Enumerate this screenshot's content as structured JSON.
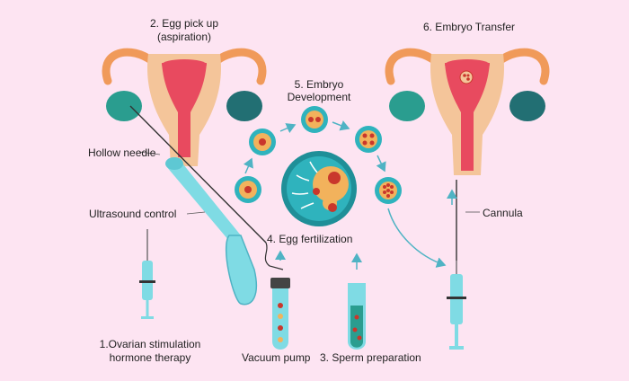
{
  "labels": {
    "egg_pickup_line1": "2. Egg pick up",
    "egg_pickup_line2": "(aspiration)",
    "embryo_transfer": "6. Embryo Transfer",
    "embryo_dev_line1": "5. Embryo",
    "embryo_dev_line2": "Development",
    "hollow_needle": "Hollow needle",
    "ultrasound_control": "Ultrasound control",
    "cannula": "Cannula",
    "egg_fertilization": "4. Egg fertilization",
    "ovarian_line1": "1.Ovarian stimulation",
    "ovarian_line2": "hormone therapy",
    "vacuum_pump": "Vacuum pump",
    "sperm_prep": "3. Sperm preparation"
  },
  "colors": {
    "background": "#fde4f2",
    "uterus_outer": "#f4c59a",
    "uterus_inner": "#e84a5f",
    "tube": "#f09a5a",
    "ovary_teal": "#2a9d8f",
    "ovary_dark": "#226f73",
    "syringe": "#7fdbe4",
    "arrow": "#4fb3c4",
    "cell_orange": "#f2b25c",
    "cell_red": "#c9372c",
    "dish_teal": "#2fb3bd"
  }
}
